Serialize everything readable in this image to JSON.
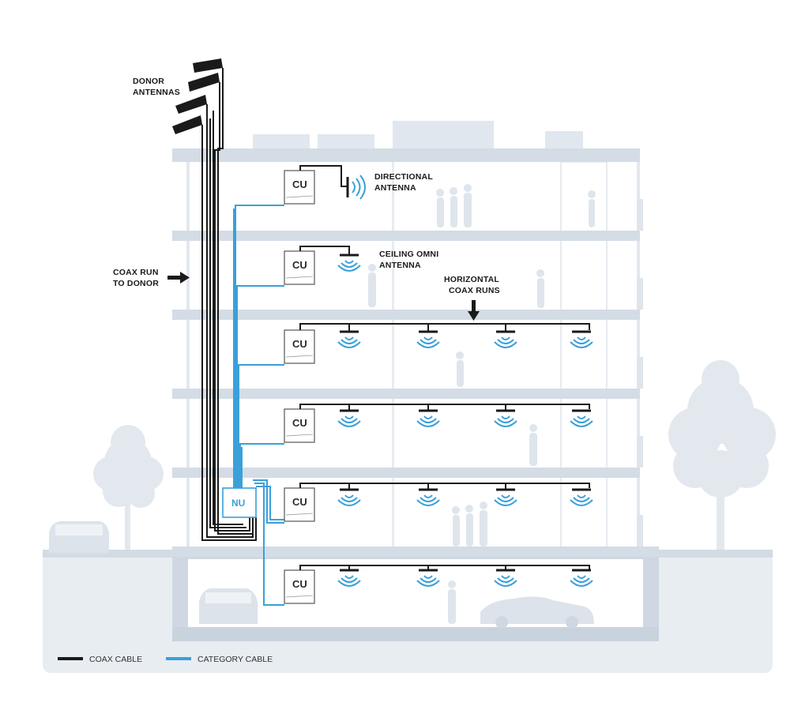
{
  "labels": {
    "donor_line1": "DONOR",
    "donor_line2": "ANTENNAS",
    "directional_line1": "DIRECTIONAL",
    "directional_line2": "ANTENNA",
    "ceiling_line1": "CEILING OMNI",
    "ceiling_line2": "ANTENNA",
    "coaxrun_line1": "COAX RUN",
    "coaxrun_line2": "TO DONOR",
    "horizontal_line1": "HORIZONTAL",
    "horizontal_line2": "COAX RUNS"
  },
  "units": {
    "cu": "CU",
    "nu": "NU"
  },
  "legend": {
    "coax": "COAX CABLE",
    "category": "CATEGORY CABLE"
  },
  "colors": {
    "building": "#d9e1ea",
    "building_dark": "#c9d3de",
    "coax": "#1a1a1a",
    "category": "#3aa0d9",
    "ground": "#e4e9ef"
  }
}
